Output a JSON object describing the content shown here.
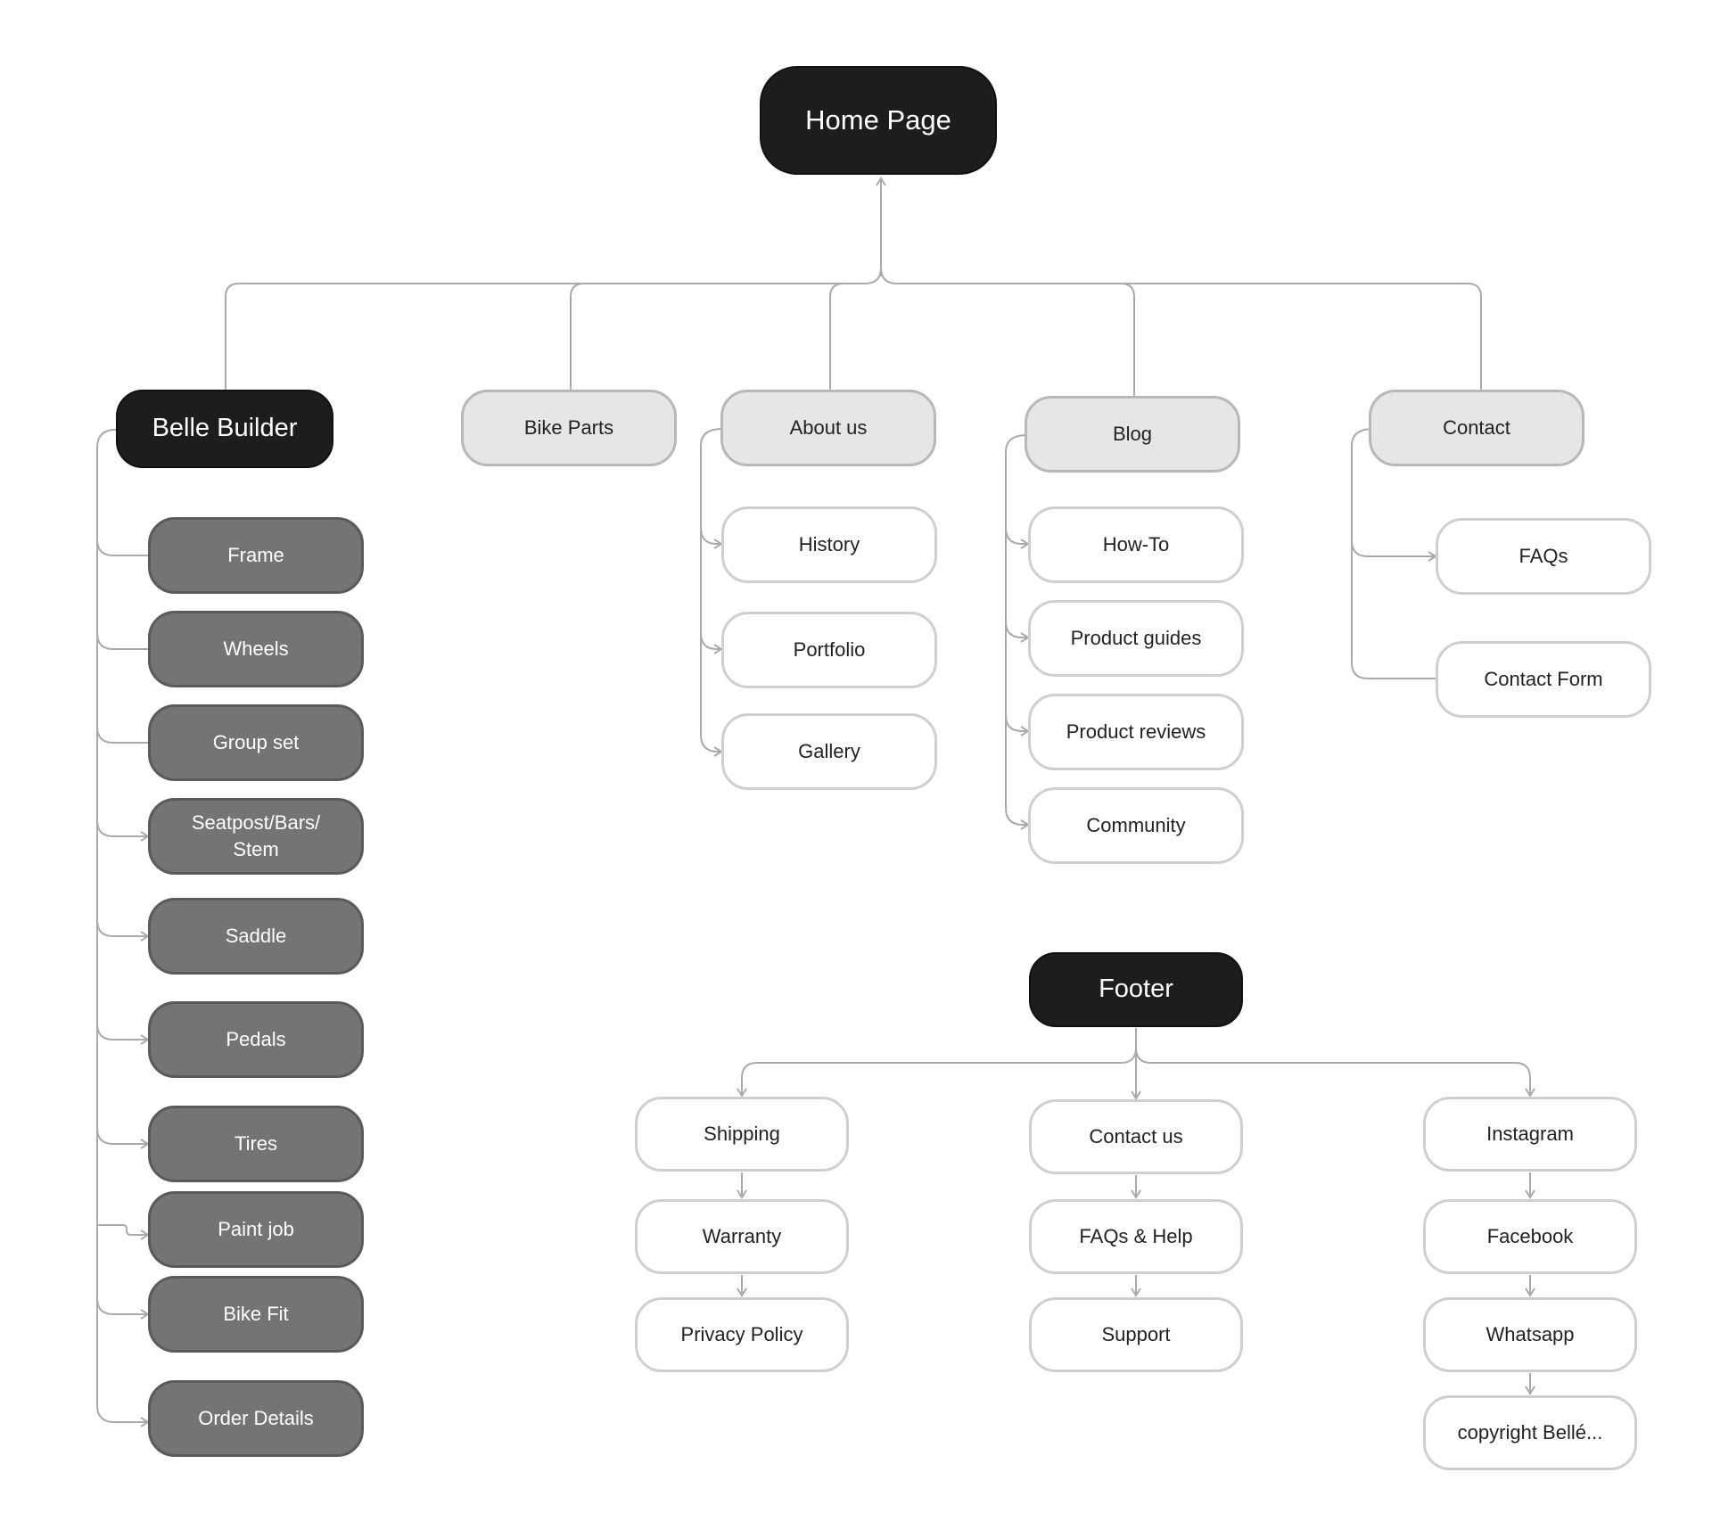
{
  "diagram": {
    "root": {
      "label": "Home Page"
    },
    "sections": {
      "belle_builder": {
        "label": "Belle Builder",
        "items": [
          "Frame",
          "Wheels",
          "Group set",
          "Seatpost/Bars/ Stem",
          "Saddle",
          "Pedals",
          "Tires",
          "Paint job",
          "Bike Fit",
          "Order Details"
        ]
      },
      "bike_parts": {
        "label": "Bike Parts"
      },
      "about_us": {
        "label": "About us",
        "items": [
          "History",
          "Portfolio",
          "Gallery"
        ]
      },
      "blog": {
        "label": "Blog",
        "items": [
          "How-To",
          "Product guides",
          "Product reviews",
          "Community"
        ]
      },
      "contact": {
        "label": "Contact",
        "items": [
          "FAQs",
          "Contact Form"
        ]
      }
    },
    "footer": {
      "label": "Footer",
      "columns": [
        [
          "Shipping",
          "Warranty",
          "Privacy Policy"
        ],
        [
          "Contact us",
          "FAQs & Help",
          "Support"
        ],
        [
          "Instagram",
          "Facebook",
          "Whatsapp",
          "copyright Bellé..."
        ]
      ]
    }
  }
}
